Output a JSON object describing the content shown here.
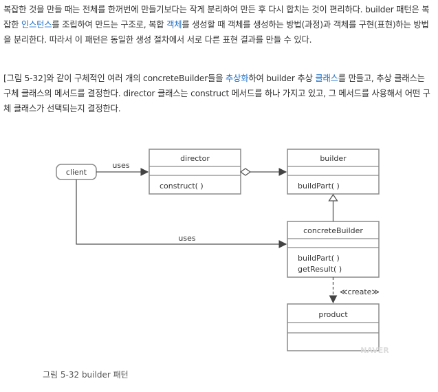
{
  "paragraph1": [
    {
      "text": "복잡한 것을 만들 때는 전체를 한꺼번에 만들기보다는 작게 분리하여 만든 후 다시 합치는 것이 편리하다. builder 패턴은 복잡한 ",
      "link": false
    },
    {
      "text": "인스턴스",
      "link": true
    },
    {
      "text": "를 조립하여 만드는 구조로, 복합 ",
      "link": false
    },
    {
      "text": "객체",
      "link": true
    },
    {
      "text": "를 생성할 때 객체를 생성하는 방법(과정)과 객체를 구현(표현)하는 방법을 분리한다. 따라서 이 패턴은 동일한 생성 절차에서 서로 다른 표현 결과를 만들 수 있다.",
      "link": false
    }
  ],
  "paragraph2": [
    {
      "text": "[그림 5-32]와 같이 구체적인 여러 개의 concreteBuilder들을 ",
      "link": false
    },
    {
      "text": "추상화",
      "link": true
    },
    {
      "text": "하여 builder 추상 ",
      "link": false
    },
    {
      "text": "클래스",
      "link": true
    },
    {
      "text": "를 만들고, 추상 클래스는 구체 클래스의 메서드를 결정한다. director 클래스는 construct 메서드를 하나 가지고 있고, 그 메서드를 사용해서 어떤 구체 클래스가 선택되는지 결정한다.",
      "link": false
    }
  ],
  "diagram": {
    "client": "client",
    "director": {
      "name": "director",
      "methods": [
        "construct( )"
      ]
    },
    "builder": {
      "name": "builder",
      "methods": [
        "buildPart( )"
      ]
    },
    "concrete_builder": {
      "name": "concreteBuilder",
      "methods": [
        "buildPart( )",
        "getResult( )"
      ]
    },
    "product": {
      "name": "product"
    },
    "labels": {
      "uses_top": "uses",
      "uses_bottom": "uses",
      "create": "≪create≫"
    },
    "watermark": "NAVER",
    "colors": {
      "border": "#8a8a8a",
      "line": "#555555"
    }
  },
  "caption": "그림 5-32 builder 패턴"
}
